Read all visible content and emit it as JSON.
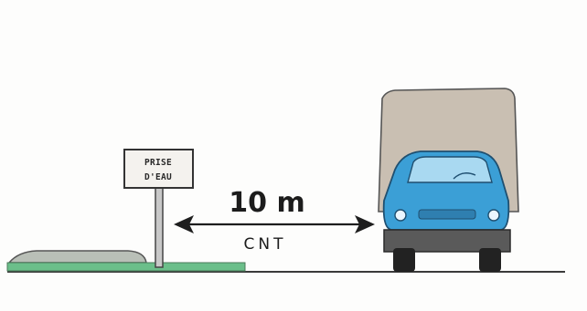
{
  "sign": {
    "line1": "PRISE",
    "line2": "D'EAU"
  },
  "distance": {
    "value": "10 m",
    "code": "CNT"
  },
  "colors": {
    "truck_body": "#c9bfb2",
    "truck_cab": "#3b9fd6",
    "curb": "#6bbf8a",
    "road_line": "#2f2f2f"
  }
}
